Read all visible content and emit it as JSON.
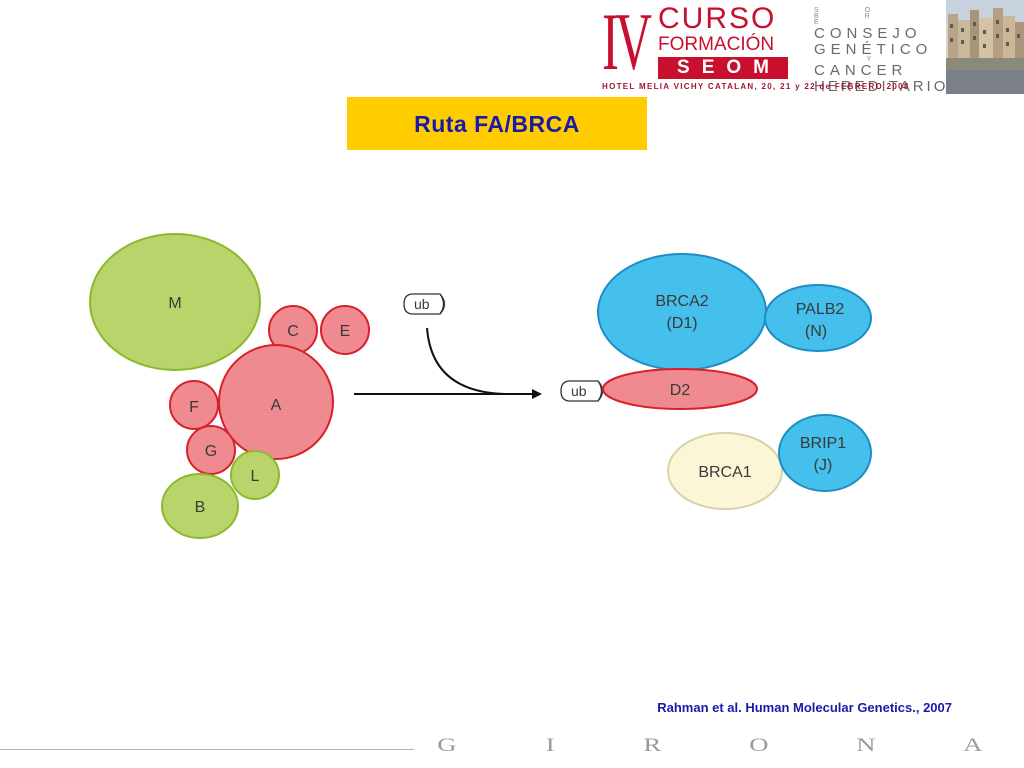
{
  "header": {
    "roman_numeral": "IV",
    "curso": "CURSO",
    "formacion": "FORMACIÓN",
    "seom": "SEOM",
    "sobre": "S O B R E",
    "consejo": "CONSEJO",
    "genetico": "GENÉTICO",
    "y": "Y",
    "cancer": "CANCER",
    "hereditario": "HEREDITARIO",
    "venue": "HOTEL MELIA VICHY CATALAN, 20, 21 y 22 de FEBRERO 2008"
  },
  "title": "Ruta FA/BRCA",
  "diagram": {
    "core_complex": {
      "m": "M",
      "c": "C",
      "e": "E",
      "a": "A",
      "f": "F",
      "g": "G",
      "l": "L",
      "b": "B"
    },
    "ub_top": "ub",
    "ub_d2": "ub",
    "brca2": "BRCA2",
    "d1": "(D1)",
    "palb2": "PALB2",
    "n": "(N)",
    "d2": "D2",
    "brca1": "BRCA1",
    "brip1": "BRIP1",
    "j": "(J)",
    "colors": {
      "green_fill": "#b8d46a",
      "green_stroke": "#8aba2c",
      "red_fill": "#ee8a90",
      "red_stroke": "#d8202a",
      "blue_fill": "#45bfec",
      "blue_stroke": "#1c8ec4",
      "cream_fill": "#fbf6d6",
      "cream_stroke": "#d8d2a8"
    }
  },
  "citation": "Rahman et al. Human Molecular Genetics., 2007",
  "footer": {
    "letters": [
      "G",
      "I",
      "R",
      "O",
      "N",
      "A"
    ]
  }
}
